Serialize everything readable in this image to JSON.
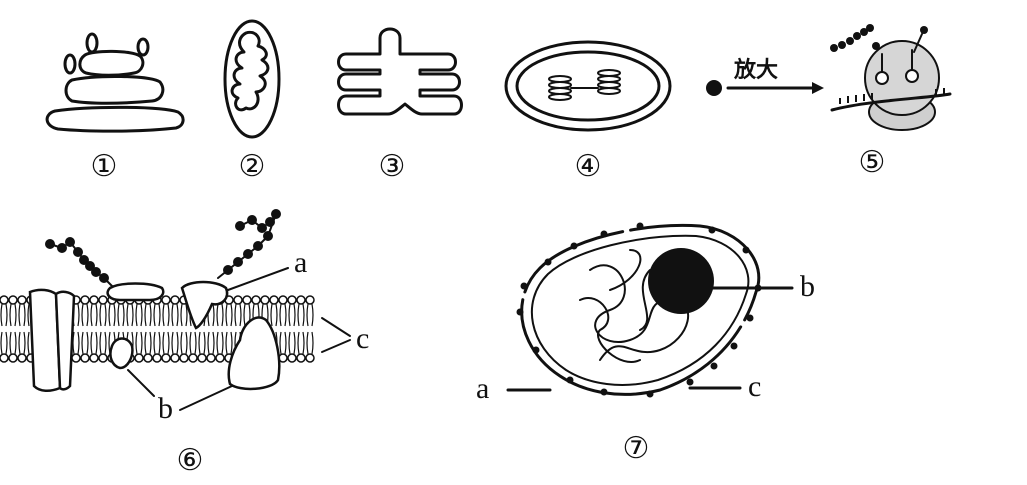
{
  "panels": [
    {
      "number": "①"
    },
    {
      "number": "②"
    },
    {
      "number": "③"
    },
    {
      "number": "④"
    },
    {
      "number": "⑤",
      "arrow_label": "放大"
    },
    {
      "number": "⑥",
      "labels": {
        "a": "a",
        "b": "b",
        "c": "c"
      }
    },
    {
      "number": "⑦",
      "labels": {
        "a": "a",
        "b": "b",
        "c": "c"
      }
    }
  ]
}
